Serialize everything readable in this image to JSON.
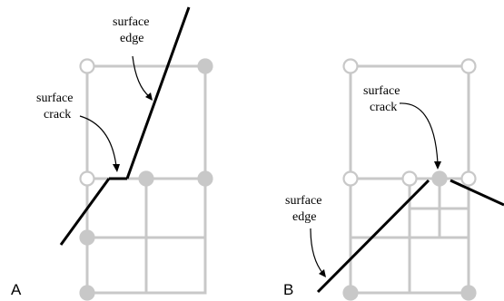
{
  "panels": [
    {
      "letter": "A",
      "labels": {
        "edge_line1": "surface",
        "edge_line2": "edge",
        "crack_line1": "surface",
        "crack_line2": "crack"
      }
    },
    {
      "letter": "B",
      "labels": {
        "crack_line1": "surface",
        "crack_line2": "crack",
        "edge_line1": "surface",
        "edge_line2": "edge"
      }
    }
  ],
  "colors": {
    "grid": "#c8c8c8",
    "node_filled": "#c8c8c8",
    "node_empty": "#ffffff",
    "edge": "#000000"
  }
}
